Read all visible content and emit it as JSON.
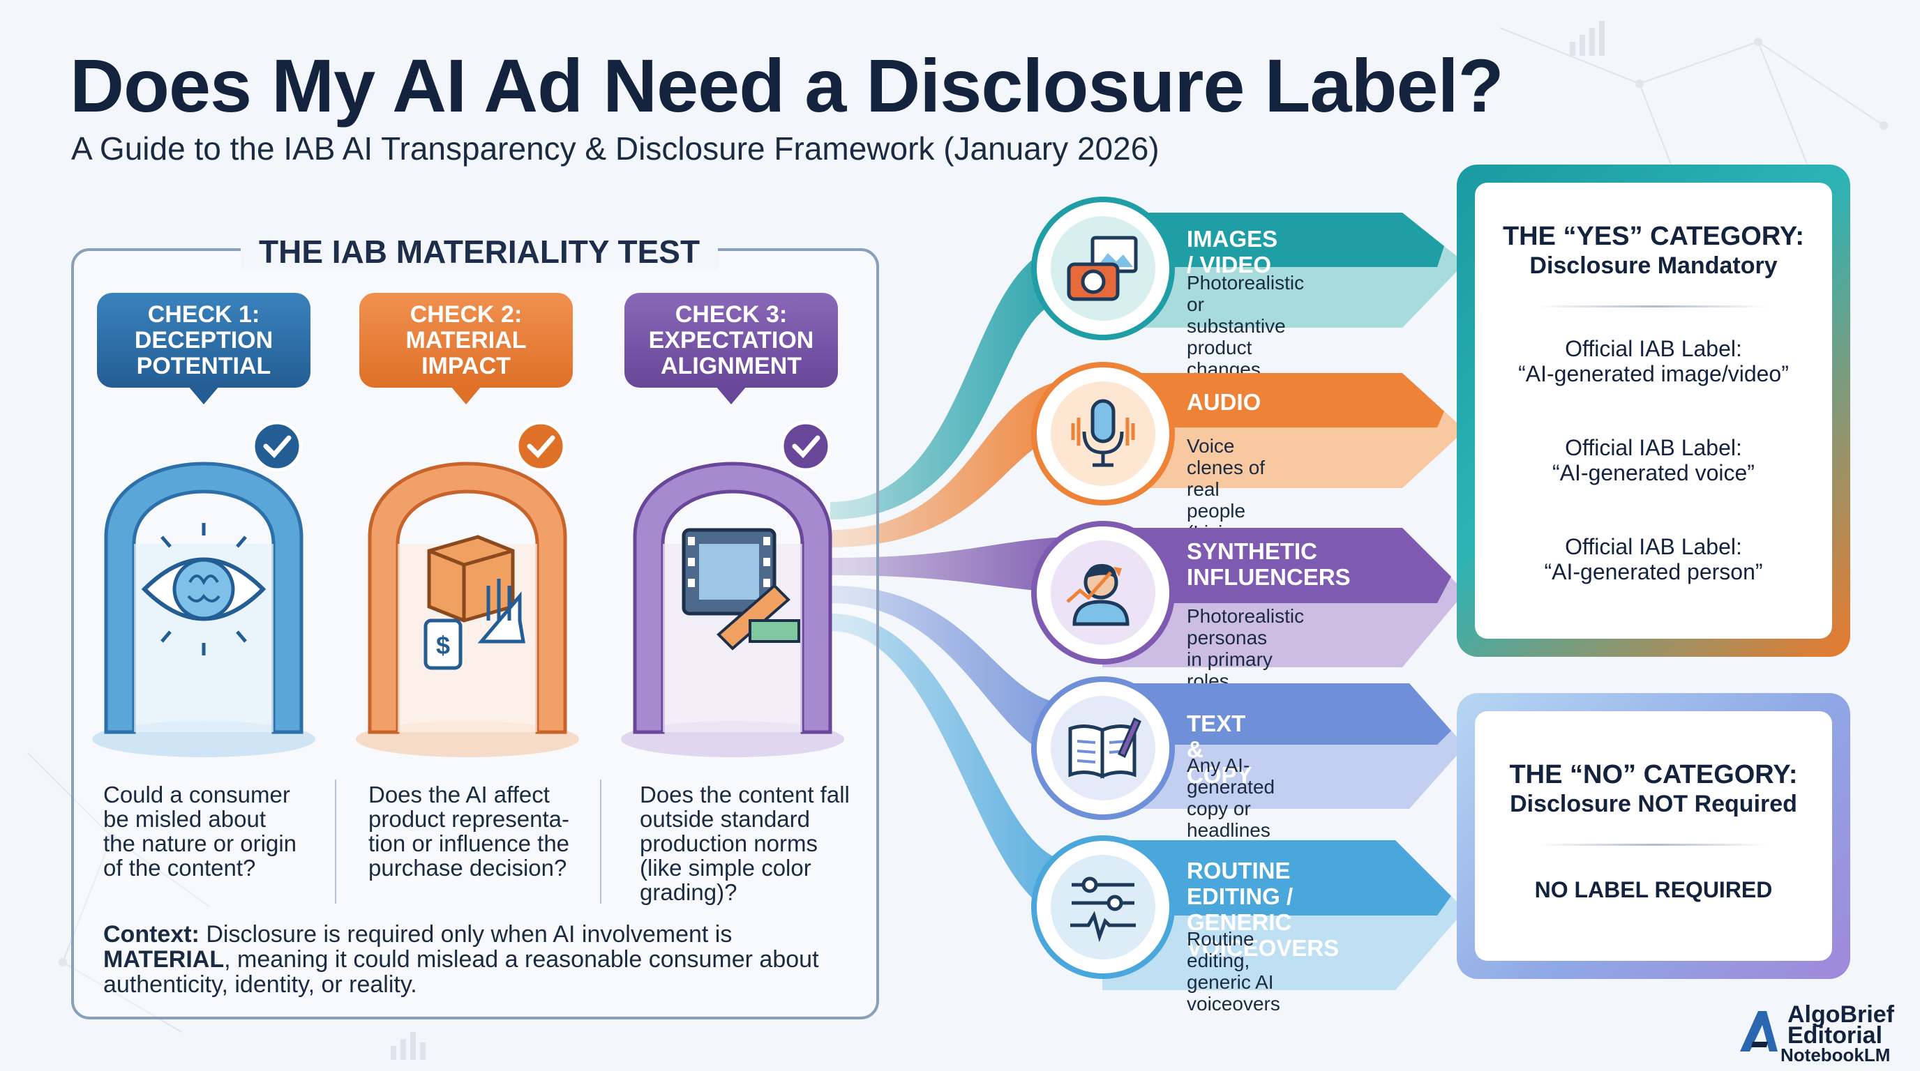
{
  "title": "Does My AI Ad Need a Disclosure Label?",
  "subtitle": "A Guide to the IAB AI Transparency & Disclosure Framework (January 2026)",
  "materiality": {
    "heading": "THE IAB MATERIALITY TEST",
    "checks": [
      {
        "label": "CHECK 1:\nDECEPTION\nPOTENTIAL",
        "question": "Could a consumer\nbe misled about\nthe nature or origin\nof the content?",
        "color": "#2e6fa8",
        "icon": "eye-brain-icon"
      },
      {
        "label": "CHECK 2:\nMATERIAL\nIMPACT",
        "question": "Does the AI affect\nproduct representa-\ntion or influence the\npurchase decision?",
        "color": "#e9823a",
        "icon": "package-price-tag-icon"
      },
      {
        "label": "CHECK 3:\nEXPECTATION\nALIGNMENT",
        "question": "Does the content fall\noutside standard\nproduction norms\n(like simple color\ngrading)?",
        "color": "#7b5ba8",
        "icon": "film-color-swatch-icon"
      }
    ],
    "context_lead": "Context:",
    "context_text": " Disclosure is required only when AI involvement is ",
    "context_bold": "MATERIAL",
    "context_tail": ", meaning it could mislead a reasonable consumer about authenticity, identity, or reality."
  },
  "categories": [
    {
      "name": "IMAGES / VIDEO",
      "description": "Photorealistic or substantive\nproduct changes",
      "color": "#1f9ea6",
      "light": "#a8dcdc",
      "icon": "camera-image-icon"
    },
    {
      "name": "AUDIO",
      "description": "Voice clenes of real people\n(Living or Decessed)",
      "color": "#ee8236",
      "light": "#f8c9a0",
      "icon": "microphone-icon"
    },
    {
      "name": "SYNTHETIC\nINFLUENCERS",
      "description": "Photorealistic personas\nin primary roles",
      "color": "#7e5bb0",
      "light": "#cdbce4",
      "icon": "persona-icon"
    },
    {
      "name": "TEXT & COPY",
      "description": "Any AI-generated\ncopy or headlines",
      "color": "#6f8fd8",
      "light": "#c3cff0",
      "icon": "open-book-icon"
    },
    {
      "name": "ROUTINE EDITING /\nGENERIC VOICEOVERS",
      "description": "Routine editing,\ngeneric AI voiceovers",
      "color": "#4aa7dc",
      "light": "#bfe0f3",
      "icon": "sliders-waveform-icon"
    }
  ],
  "yes_box": {
    "heading": "THE “YES” CATEGORY:",
    "subheading": "Disclosure Mandatory",
    "labels": [
      "Official IAB Label:\n“AI-generated image/video”",
      "Official IAB Label:\n“AI-generated voice”",
      "Official IAB Label:\n“AI-generated person”"
    ]
  },
  "no_box": {
    "heading": "THE “NO” CATEGORY:",
    "subheading": "Disclosure NOT Required",
    "label": "NO LABEL REQUIRED"
  },
  "brand": {
    "name": "AlgoBrief\nEditorial",
    "credit": "NotebookLM"
  }
}
